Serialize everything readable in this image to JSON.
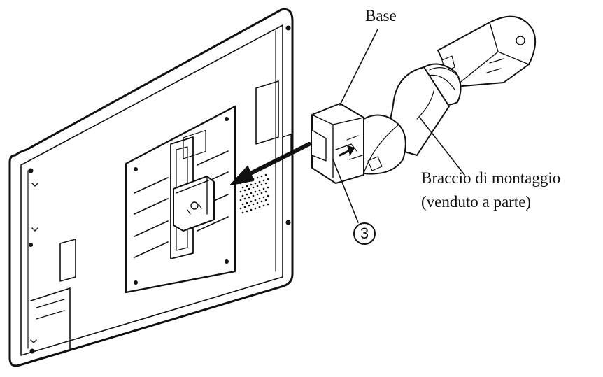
{
  "labels": {
    "base": "Base",
    "arm_line1": "Braccio di montaggio",
    "arm_line2": "(venduto a parte)"
  },
  "step": {
    "number": "3"
  },
  "colors": {
    "line": "#111111",
    "fill": "#ffffff"
  }
}
